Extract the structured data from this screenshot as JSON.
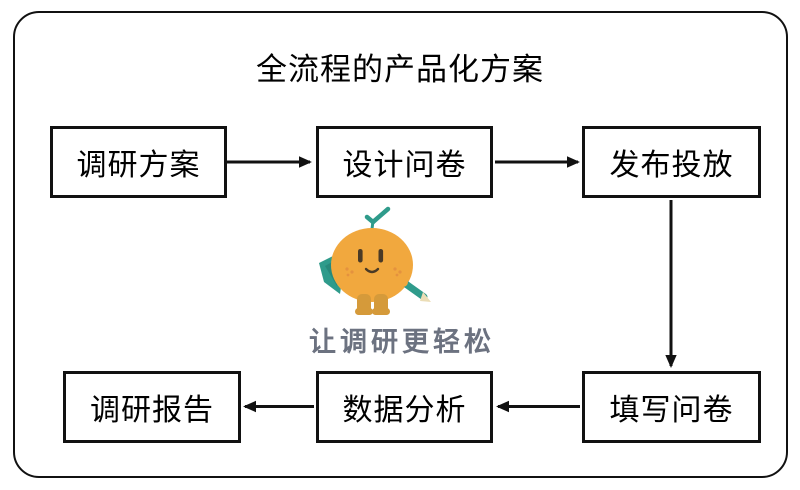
{
  "title": "全流程的产品化方案",
  "tagline": "让调研更轻松",
  "nodes": [
    {
      "id": "research-plan",
      "label": "调研方案"
    },
    {
      "id": "design-survey",
      "label": "设计问卷"
    },
    {
      "id": "publish-distribute",
      "label": "发布投放"
    },
    {
      "id": "fill-survey",
      "label": "填写问卷"
    },
    {
      "id": "data-analysis",
      "label": "数据分析"
    },
    {
      "id": "research-report",
      "label": "调研报告"
    }
  ],
  "edges": [
    {
      "from": "调研方案",
      "to": "设计问卷",
      "direction": "right"
    },
    {
      "from": "设计问卷",
      "to": "发布投放",
      "direction": "right"
    },
    {
      "from": "发布投放",
      "to": "填写问卷",
      "direction": "down"
    },
    {
      "from": "填写问卷",
      "to": "数据分析",
      "direction": "left"
    },
    {
      "from": "数据分析",
      "to": "调研报告",
      "direction": "left"
    }
  ],
  "icons": [
    {
      "name": "mascot-orange-character",
      "description": "orange fruit mascot with sprout, flag and pencil"
    }
  ],
  "colors": {
    "background": "#FFFFFF",
    "outline": "#111111",
    "box_border": "#111111",
    "text": "#000000",
    "tagline_text": "#6C7280",
    "mascot_body": "#F1A83E",
    "mascot_teal": "#2F9B8B",
    "mascot_boots": "#D59A3A",
    "mascot_face": "#4A3A26"
  }
}
